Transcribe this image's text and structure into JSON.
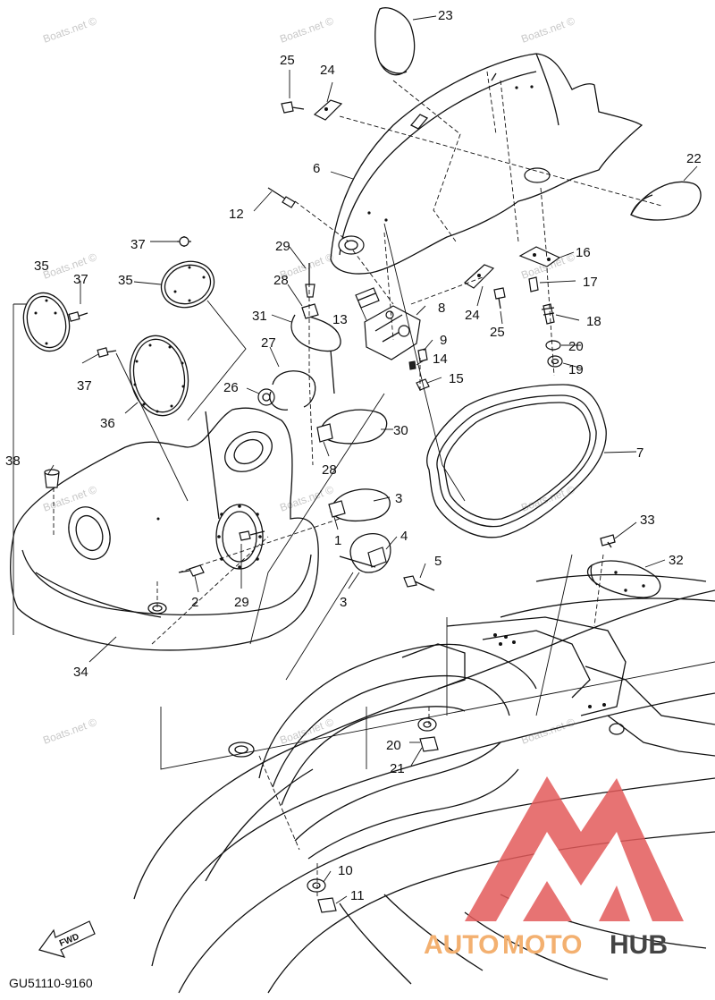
{
  "diagram": {
    "code": "GU51110-9160",
    "forward_label": "FWD",
    "watermark": "Boats.net ©",
    "brand": {
      "part1": "AUTO",
      "part2": "MOTO",
      "part3": "HUB"
    },
    "callouts": {
      "c1": "1",
      "c2": "2",
      "c3": "3",
      "c4": "4",
      "c5": "5",
      "c6": "6",
      "c7": "7",
      "c8": "8",
      "c9": "9",
      "c10": "10",
      "c11": "11",
      "c12": "12",
      "c13": "13",
      "c14": "14",
      "c15": "15",
      "c16": "16",
      "c17": "17",
      "c18": "18",
      "c19": "19",
      "c20": "20",
      "c21": "21",
      "c22": "22",
      "c23": "23",
      "c24": "24",
      "c25": "25",
      "c26": "26",
      "c27": "27",
      "c28": "28",
      "c29": "29",
      "c30": "30",
      "c31": "31",
      "c32": "32",
      "c33": "33",
      "c34": "34",
      "c35": "35",
      "c36": "36",
      "c37": "37",
      "c38": "38"
    }
  },
  "colors": {
    "line": "#111111",
    "watermark": "#c8c8c8",
    "logo_red": "#e35a5a",
    "logo_orange": "#f3b070",
    "logo_dark": "#444444"
  }
}
